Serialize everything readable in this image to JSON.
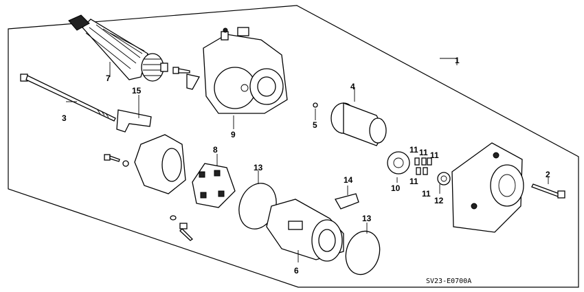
{
  "diagram_code": "SV23-E0700A",
  "callouts": {
    "c1": "1",
    "c2": "2",
    "c3": "3",
    "c4": "4",
    "c5": "5",
    "c6": "6",
    "c7": "7",
    "c8": "8",
    "c9": "9",
    "c10": "10",
    "c11a": "11",
    "c11b": "11",
    "c11c": "11",
    "c11d": "11",
    "c11e": "11",
    "c12": "12",
    "c13a": "13",
    "c13b": "13",
    "c14": "14",
    "c15": "15"
  }
}
